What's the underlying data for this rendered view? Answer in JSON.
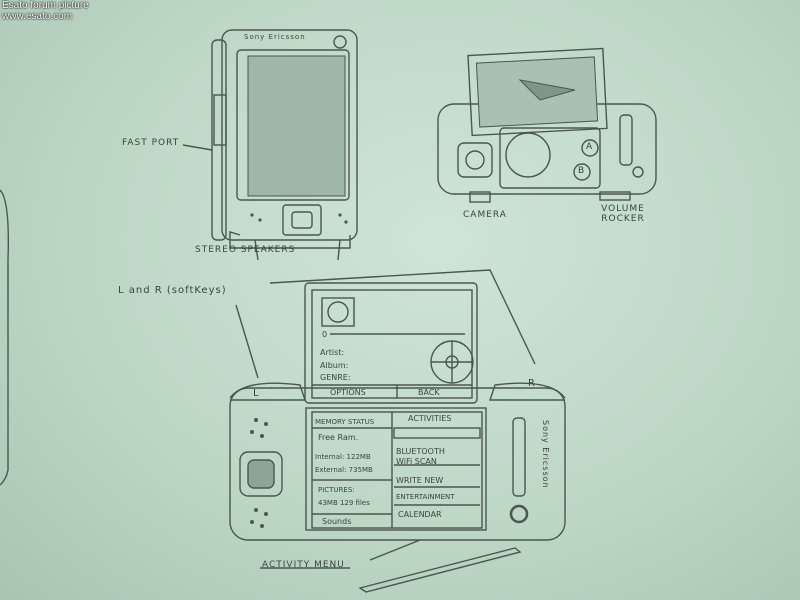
{
  "watermark": {
    "line1": "Esato forum picture",
    "line2": "www.esato.com"
  },
  "labels": {
    "fast_port": "FAST PORT",
    "stereo_speakers": "STEREO SPEAKERS",
    "softkeys": "L and R (softKeys)",
    "camera": "CAMERA",
    "volume_rocker": "VOLUME ROCKER",
    "activity_menu": "ACTIVITY MENU",
    "brand": "Sony Ericsson",
    "left_key": "L",
    "right_key": "R",
    "gamepad_a": "A",
    "gamepad_b": "B"
  },
  "player_screen": {
    "track": "0",
    "artist": "Artist:",
    "album": "Album:",
    "genre": "GENRE:",
    "options": "OPTIONS",
    "back": "BACK"
  },
  "menu_screen": {
    "memory_title": "MEMORY STATUS",
    "free_ram": "Free Ram.",
    "internal": "Internal: 122MB",
    "external": "External: 735MB",
    "pictures": "PICTURES:",
    "pictures_size": "43MB 129 files",
    "sounds": "Sounds",
    "activities_title": "ACTIVITIES",
    "activities": [
      "BLUETOOTH",
      "WiFi SCAN",
      "WRITE NEW",
      "ENTERTAINMENT",
      "CALENDAR"
    ]
  }
}
